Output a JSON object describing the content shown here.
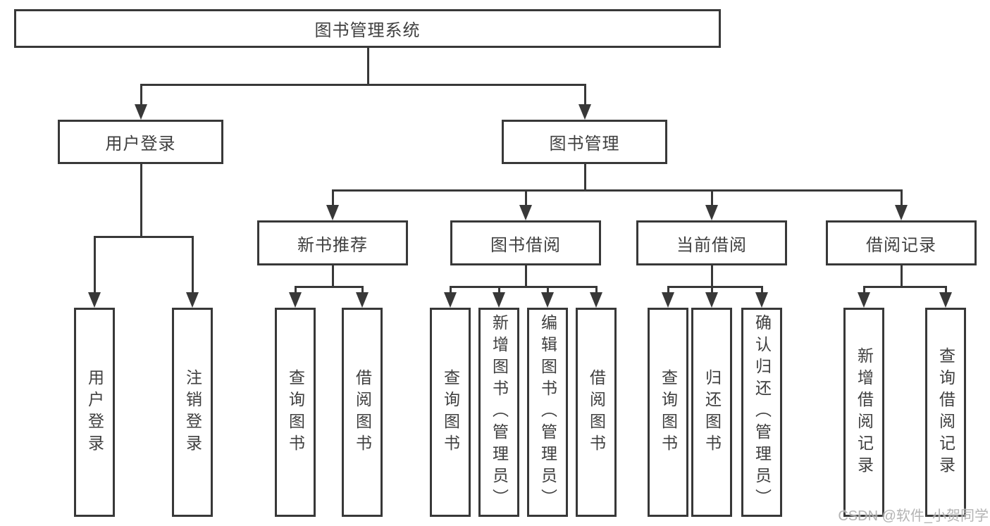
{
  "diagram": {
    "type": "tree",
    "root": {
      "label": "图书管理系统"
    },
    "branches": [
      {
        "label": "用户登录",
        "children": [
          {
            "label": "用户登录"
          },
          {
            "label": "注销登录"
          }
        ]
      },
      {
        "label": "图书管理",
        "children": [
          {
            "label": "新书推荐",
            "children": [
              {
                "label": "查询图书"
              },
              {
                "label": "借阅图书"
              }
            ]
          },
          {
            "label": "图书借阅",
            "children": [
              {
                "label": "查询图书"
              },
              {
                "label": "新增图书（管理员）"
              },
              {
                "label": "编辑图书（管理员）"
              },
              {
                "label": "借阅图书"
              }
            ]
          },
          {
            "label": "当前借阅",
            "children": [
              {
                "label": "查询图书"
              },
              {
                "label": "归还图书"
              },
              {
                "label": "确认归还（管理员）"
              }
            ]
          },
          {
            "label": "借阅记录",
            "children": [
              {
                "label": "新增借阅记录"
              },
              {
                "label": "查询借阅记录"
              }
            ]
          }
        ]
      }
    ]
  },
  "watermark": {
    "text": "CSDN @软件_小贺同学"
  },
  "colors": {
    "line": "#383838",
    "text": "#3f3f3f",
    "watermark": "#a9a9a9",
    "background": "#ffffff"
  }
}
